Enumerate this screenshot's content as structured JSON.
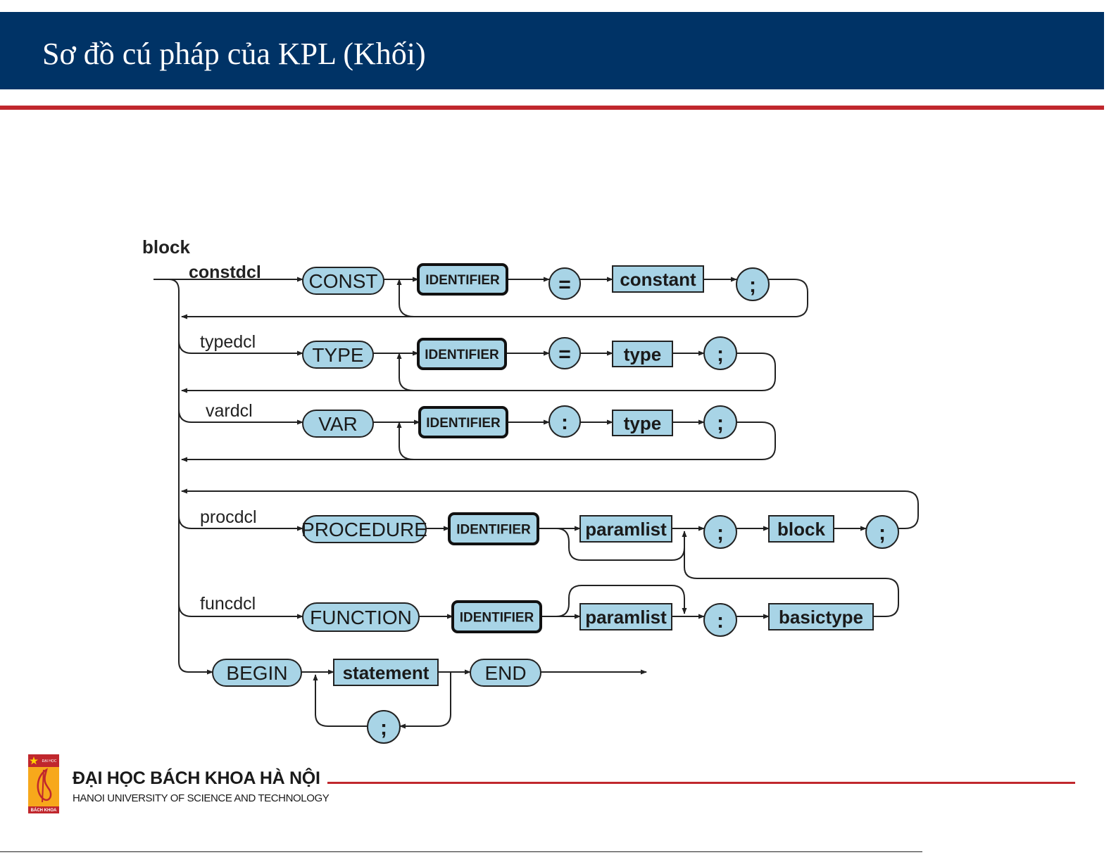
{
  "title": "Sơ đồ cú pháp của KPL (Khối)",
  "diagram": {
    "start_label": "block",
    "branch_labels": [
      "constdcl",
      "typedcl",
      "vardcl",
      "procdcl",
      "funcdcl"
    ],
    "nodes": [
      {
        "id": "const-keyword",
        "label": "CONST",
        "shape": "terminal"
      },
      {
        "id": "const-identifier",
        "label": "IDENTIFIER",
        "shape": "token"
      },
      {
        "id": "const-equals",
        "label": "=",
        "shape": "circle"
      },
      {
        "id": "const-constant",
        "label": "constant",
        "shape": "rule"
      },
      {
        "id": "const-semicolon",
        "label": ";",
        "shape": "circle"
      },
      {
        "id": "type-keyword",
        "label": "TYPE",
        "shape": "terminal"
      },
      {
        "id": "type-identifier",
        "label": "IDENTIFIER",
        "shape": "token"
      },
      {
        "id": "type-equals",
        "label": "=",
        "shape": "circle"
      },
      {
        "id": "type-type",
        "label": "type",
        "shape": "rule"
      },
      {
        "id": "type-semicolon",
        "label": ";",
        "shape": "circle"
      },
      {
        "id": "var-keyword",
        "label": "VAR",
        "shape": "terminal"
      },
      {
        "id": "var-identifier",
        "label": "IDENTIFIER",
        "shape": "token"
      },
      {
        "id": "var-colon",
        "label": ":",
        "shape": "circle"
      },
      {
        "id": "var-type",
        "label": "type",
        "shape": "rule"
      },
      {
        "id": "var-semicolon",
        "label": ";",
        "shape": "circle"
      },
      {
        "id": "proc-keyword",
        "label": "PROCEDURE",
        "shape": "terminal"
      },
      {
        "id": "proc-identifier",
        "label": "IDENTIFIER",
        "shape": "token"
      },
      {
        "id": "proc-paramlist",
        "label": "paramlist",
        "shape": "rule"
      },
      {
        "id": "proc-semicolon-1",
        "label": ";",
        "shape": "circle"
      },
      {
        "id": "proc-block",
        "label": "block",
        "shape": "rule"
      },
      {
        "id": "proc-semicolon-2",
        "label": ";",
        "shape": "circle"
      },
      {
        "id": "func-keyword",
        "label": "FUNCTION",
        "shape": "terminal"
      },
      {
        "id": "func-identifier",
        "label": "IDENTIFIER",
        "shape": "token"
      },
      {
        "id": "func-paramlist",
        "label": "paramlist",
        "shape": "rule"
      },
      {
        "id": "func-colon",
        "label": ":",
        "shape": "circle"
      },
      {
        "id": "func-basictype",
        "label": "basictype",
        "shape": "rule"
      },
      {
        "id": "begin-keyword",
        "label": "BEGIN",
        "shape": "terminal"
      },
      {
        "id": "statement",
        "label": "statement",
        "shape": "rule"
      },
      {
        "id": "end-keyword",
        "label": "END",
        "shape": "terminal"
      },
      {
        "id": "statement-separator",
        "label": ";",
        "shape": "circle"
      }
    ]
  },
  "footer": {
    "org_name": "ĐẠI HỌC BÁCH KHOA HÀ NỘI",
    "org_name_en": "HANOI UNIVERSITY OF SCIENCE AND TECHNOLOGY",
    "logo_text_top": "ĐẠI HỌC",
    "logo_text_bottom": "BÁCH KHOA"
  },
  "colors": {
    "header_bg": "#003366",
    "accent_red": "#c0272d",
    "node_fill": "#a8d4e6",
    "line": "#222222"
  }
}
